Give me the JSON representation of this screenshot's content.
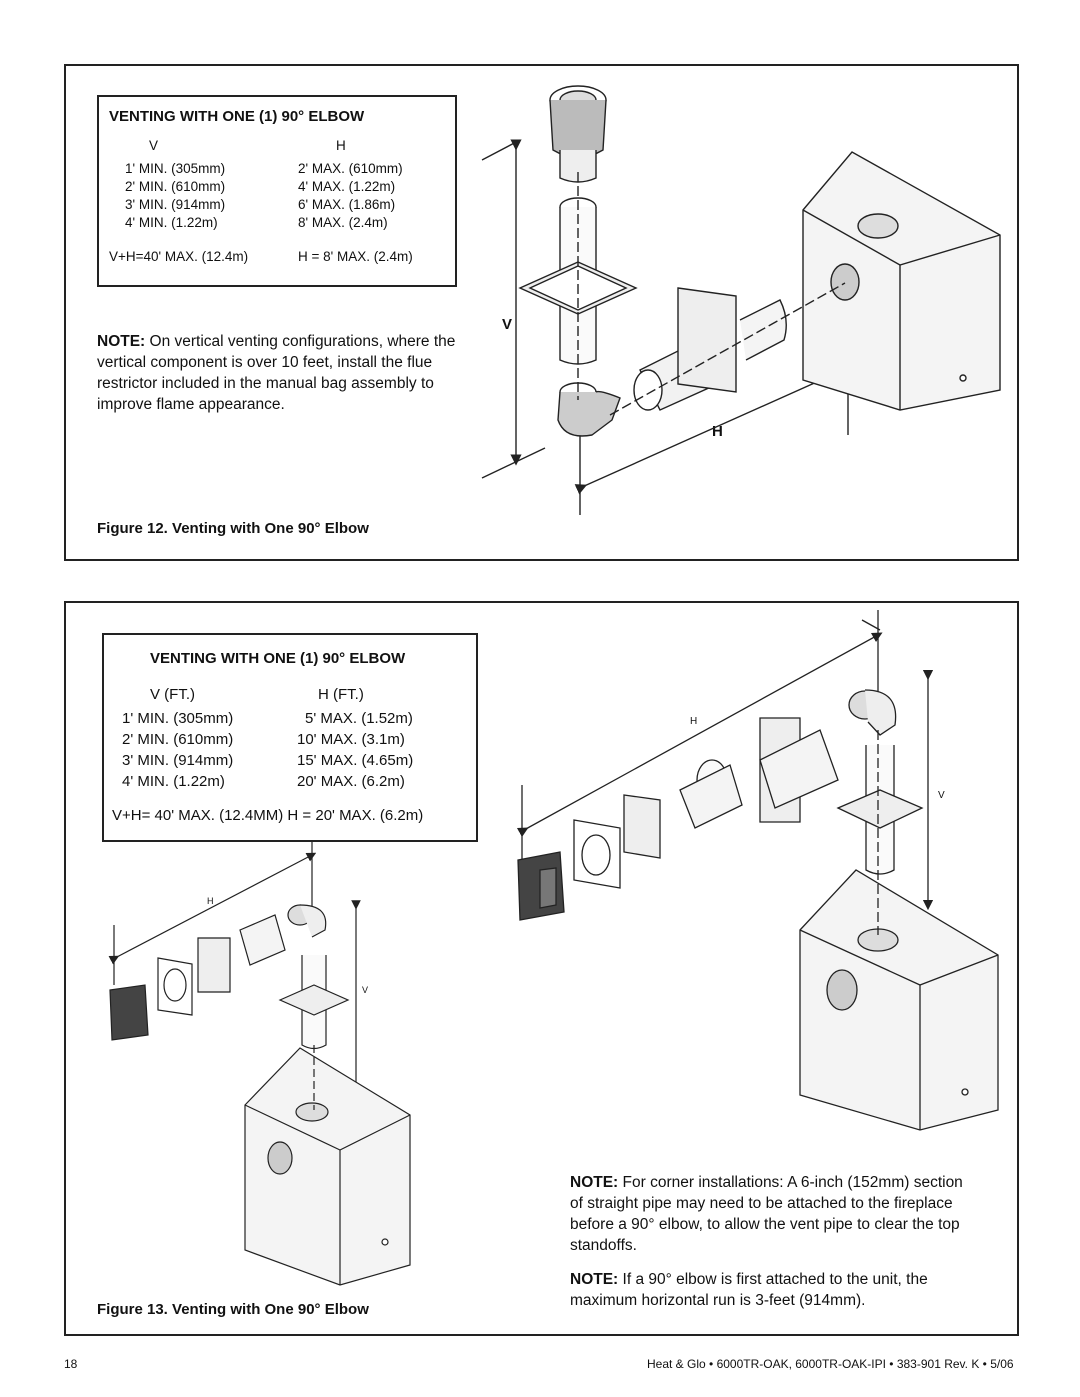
{
  "fig12": {
    "table": {
      "title": "VENTING WITH ONE (1) 90° ELBOW",
      "col_v": "V",
      "col_h": "H",
      "rows": [
        {
          "v": "1' MIN. (305mm)",
          "h": "2'  MAX.  (610mm)"
        },
        {
          "v": "2' MIN. (610mm)",
          "h": "4'  MAX.  (1.22m)"
        },
        {
          "v": "3' MIN. (914mm)",
          "h": "6'  MAX.  (1.86m)"
        },
        {
          "v": "4' MIN. (1.22m)",
          "h": "8'  MAX.  (2.4m)"
        }
      ],
      "total_v": "V+H=40' MAX. (12.4m)",
      "total_h": "H = 8' MAX.  (2.4m)"
    },
    "note_label": "NOTE:",
    "note_text": " On vertical venting configurations, where the vertical component is over 10 feet, install the flue restrictor included in the manual bag assembly to improve flame appearance.",
    "dim_v": "V",
    "dim_h": "H",
    "caption": "Figure 12.  Venting with One 90° Elbow"
  },
  "fig13": {
    "table": {
      "title": "VENTING WITH ONE (1) 90° ELBOW",
      "col_v": "V (FT.)",
      "col_h": "H (FT.)",
      "rows": [
        {
          "v": "1' MIN.  (305mm)",
          "h": "5' MAX.  (1.52m)"
        },
        {
          "v": "2' MIN.  (610mm)",
          "h": "10' MAX.  (3.1m)"
        },
        {
          "v": "3' MIN.  (914mm)",
          "h": "15' MAX.  (4.65m)"
        },
        {
          "v": "4' MIN.  (1.22m)",
          "h": "20' MAX.  (6.2m)"
        }
      ],
      "total": "V+H= 40' MAX. (12.4MM)  H = 20' MAX. (6.2m)"
    },
    "dim_h_right": "H",
    "dim_v_right": "V",
    "dim_h_left": "H",
    "dim_v_left": "V",
    "note1_label": "NOTE:",
    "note1_text": " For corner installations: A 6-inch (152mm) section of straight pipe may need to be attached to the fireplace before a 90° elbow,  to allow the vent pipe to clear the top standoffs.",
    "note2_label": "NOTE:",
    "note2_text": "  If a 90° elbow is first attached to the unit, the maximum horizontal run is 3-feet (914mm).",
    "caption": "Figure 13.  Venting with One 90° Elbow"
  },
  "footer": {
    "page_number": "18",
    "doc_info": "Heat & Glo  •  6000TR-OAK, 6000TR-OAK-IPI  •  383-901  Rev. K  •  5/06"
  }
}
